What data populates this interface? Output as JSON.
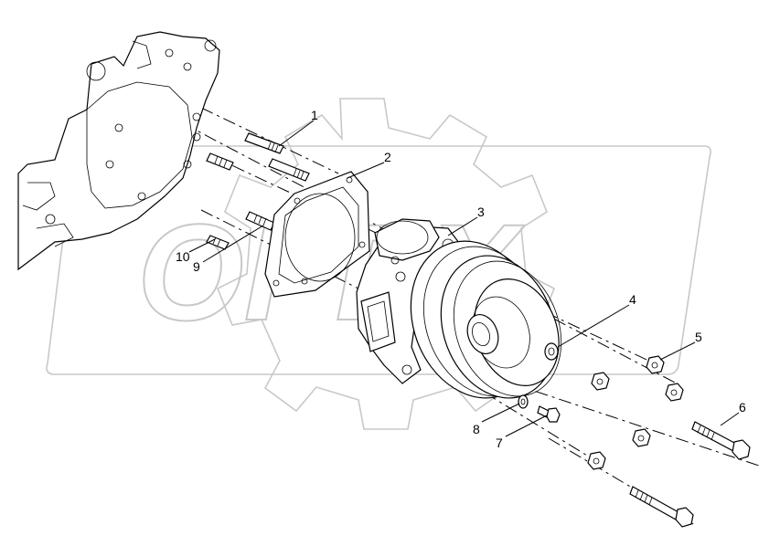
{
  "watermark": {
    "text": "OPEX"
  },
  "callouts": [
    {
      "id": "1",
      "label": "1"
    },
    {
      "id": "2",
      "label": "2"
    },
    {
      "id": "3",
      "label": "3"
    },
    {
      "id": "4",
      "label": "4"
    },
    {
      "id": "5",
      "label": "5"
    },
    {
      "id": "6",
      "label": "6"
    },
    {
      "id": "7",
      "label": "7"
    },
    {
      "id": "8",
      "label": "8"
    },
    {
      "id": "9",
      "label": "9"
    },
    {
      "id": "10",
      "label": "10"
    }
  ]
}
